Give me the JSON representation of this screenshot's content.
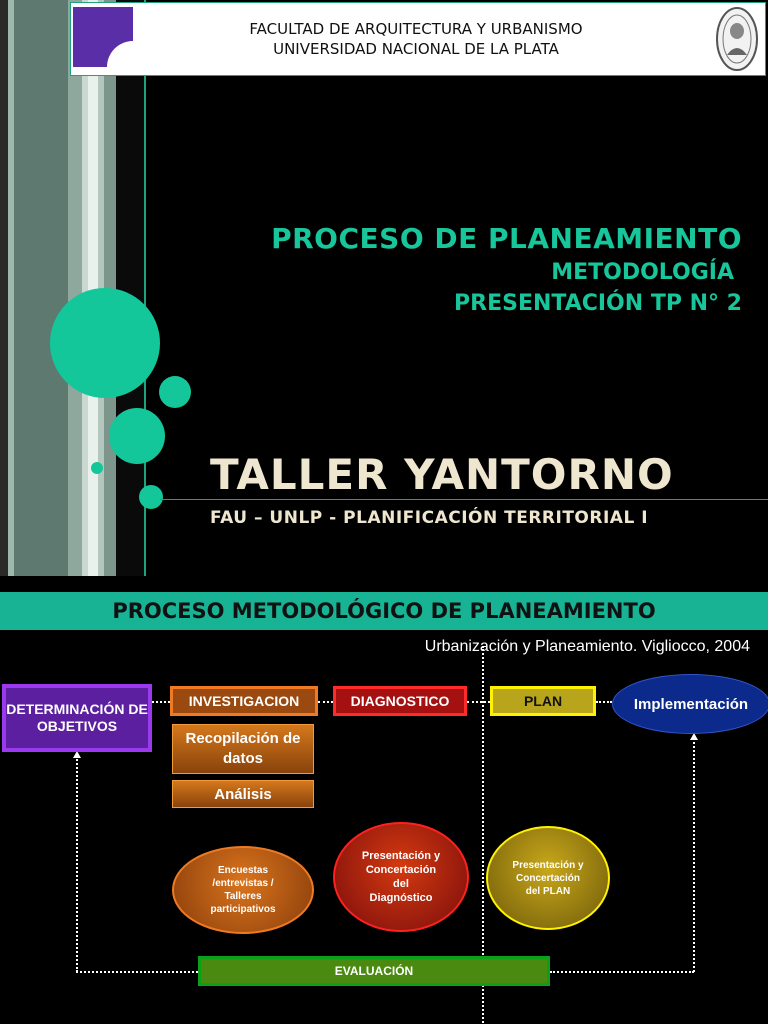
{
  "slide1": {
    "header": {
      "line1": "FACULTAD DE ARQUITECTURA Y URBANISMO",
      "line2": "UNIVERSIDAD NACIONAL DE LA PLATA"
    },
    "title": "PROCESO DE PLANEAMIENTO",
    "subtitle1": "METODOLOGÍA",
    "subtitle2": "PRESENTACIÓN TP N° 2",
    "taller": "TALLER YANTORNO",
    "course": "FAU – UNLP - PLANIFICACIÓN TERRITORIAL  I",
    "accent_color": "#14c79a"
  },
  "slide2": {
    "title": "PROCESO METODOLÓGICO DE PLANEAMIENTO",
    "citation": "Urbanización y Planeamiento. Vigliocco, 2004",
    "nodes": {
      "objetivos": "DETERMINACIÓN DE OBJETIVOS",
      "investigacion": "INVESTIGACION",
      "recopilacion": "Recopilación de datos",
      "analisis": "Análisis",
      "diagnostico": "DIAGNOSTICO",
      "plan": "PLAN",
      "implementacion": "Implementación",
      "encuestas": "Encuestas /entrevistas / Talleres participativos",
      "pres_diagnostico": "Presentación y Concertación del Diagnóstico",
      "pres_plan": "Presentación y Concertación del PLAN",
      "evaluacion": "EVALUACIÓN"
    },
    "colors": {
      "title_bar": "#17b394",
      "objetivos": "#9b39ee",
      "investigacion": "#f07a22",
      "diagnostico": "#ff2a2a",
      "plan": "#fff200",
      "implementacion": "#0c2a8c",
      "evaluacion": "#4a8a10"
    }
  }
}
